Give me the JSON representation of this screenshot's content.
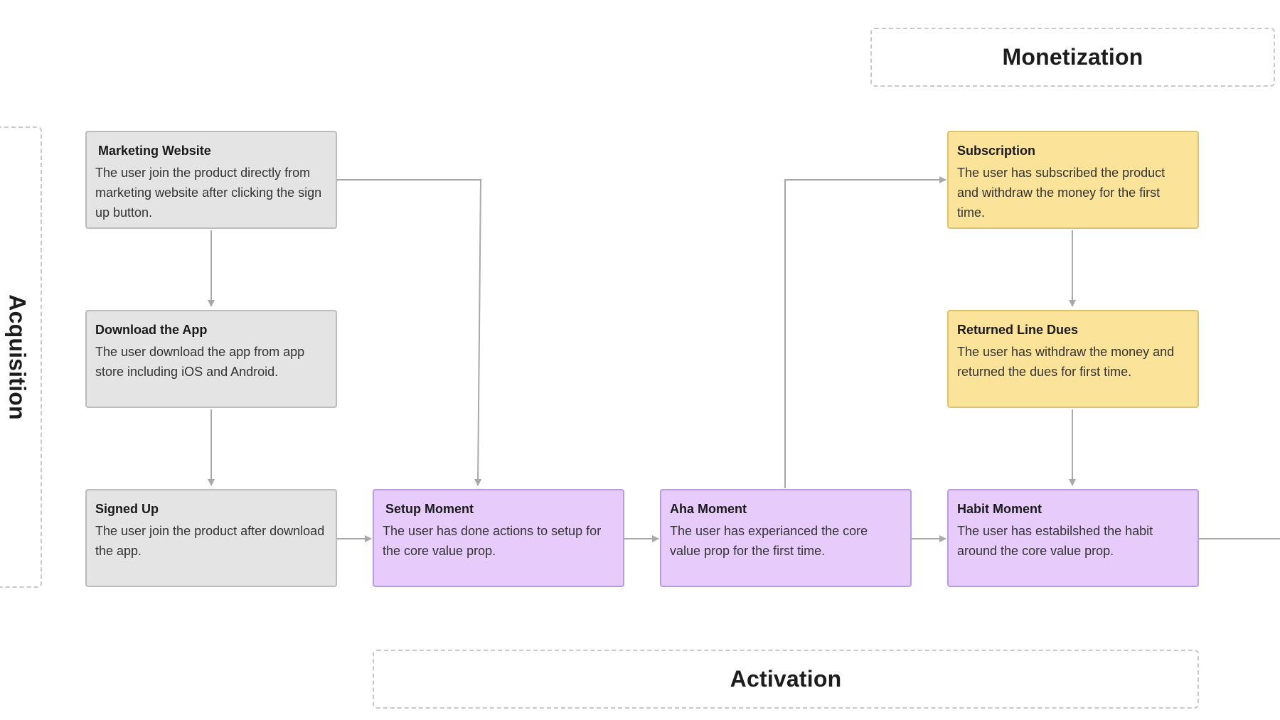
{
  "groups": {
    "monetization": "Monetization",
    "acquisition": "Acquisition",
    "activation": "Activation"
  },
  "nodes": {
    "marketing_website": {
      "title": "Marketing Website",
      "desc": "The user join the product directly from marketing website after clicking the sign up button."
    },
    "download_app": {
      "title": "Download the App",
      "desc": "The user download the app from app store including iOS and Android."
    },
    "signed_up": {
      "title": "Signed Up",
      "desc": "The user join the product after download the app."
    },
    "setup_moment": {
      "title": "Setup Moment",
      "desc": "The user has done actions to setup for the core value prop."
    },
    "aha_moment": {
      "title": "Aha Moment",
      "desc": "The user has experianced the core value prop for the first time."
    },
    "habit_moment": {
      "title": "Habit Moment",
      "desc": "The user has estabilshed the habit around the core value prop."
    },
    "subscription": {
      "title": "Subscription",
      "desc": "The user has subscribed the product and withdraw the money for the first time."
    },
    "returned_line_dues": {
      "title": "Returned Line Dues",
      "desc": "The user has withdraw the money and returned the dues for first time."
    }
  },
  "colors": {
    "acquisition_node": "#e4e4e4",
    "activation_node": "#e7ccfb",
    "monetization_node": "#fbe39a",
    "connector": "#a9a9a9"
  }
}
